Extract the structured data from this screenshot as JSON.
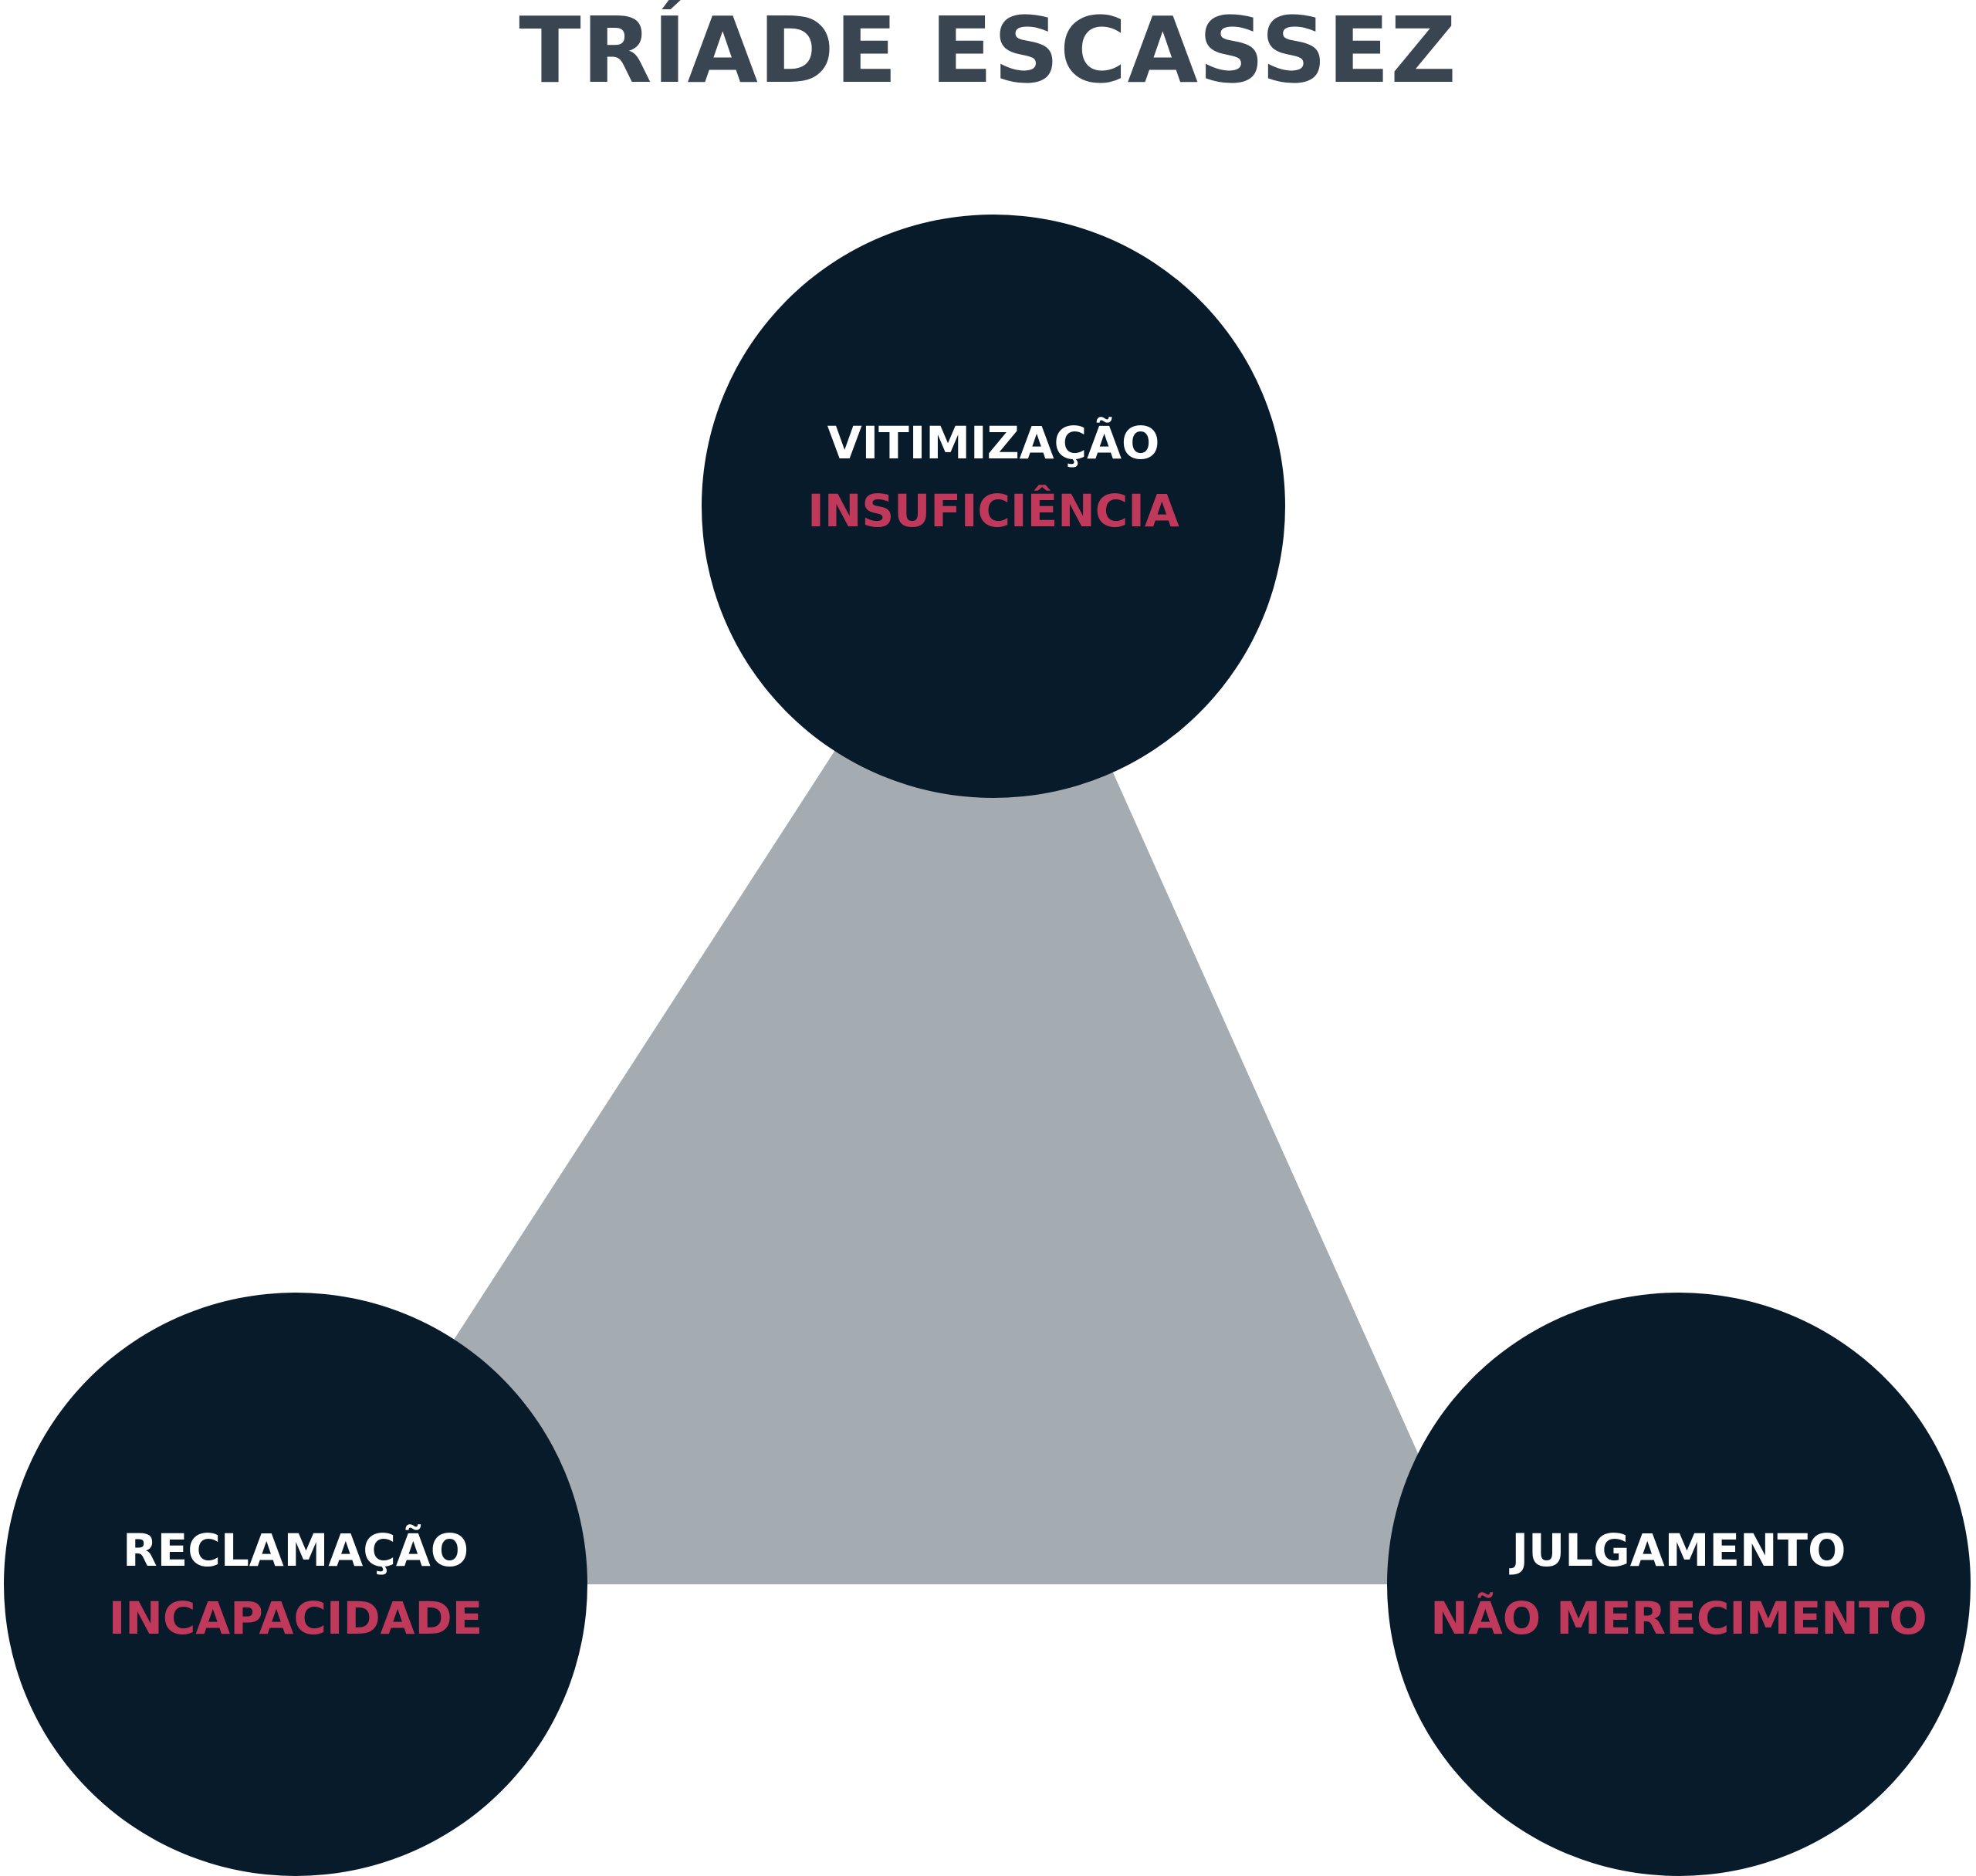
{
  "title": "TRÍADE ESCASSEZ",
  "colors": {
    "title": "#3a4552",
    "circle_fill": "#081b2b",
    "triangle_fill": "#a4acb1",
    "primary_text": "#ffffff",
    "secondary_text": "#c0395a"
  },
  "nodes": {
    "top": {
      "primary": "VITIMIZAÇÃO",
      "secondary": "INSUFICIÊNCIA"
    },
    "left": {
      "primary": "RECLAMAÇÃO",
      "secondary": "INCAPACIDADE"
    },
    "right": {
      "primary": "JULGAMENTO",
      "secondary": "NÃO MERECIMENTO"
    }
  }
}
